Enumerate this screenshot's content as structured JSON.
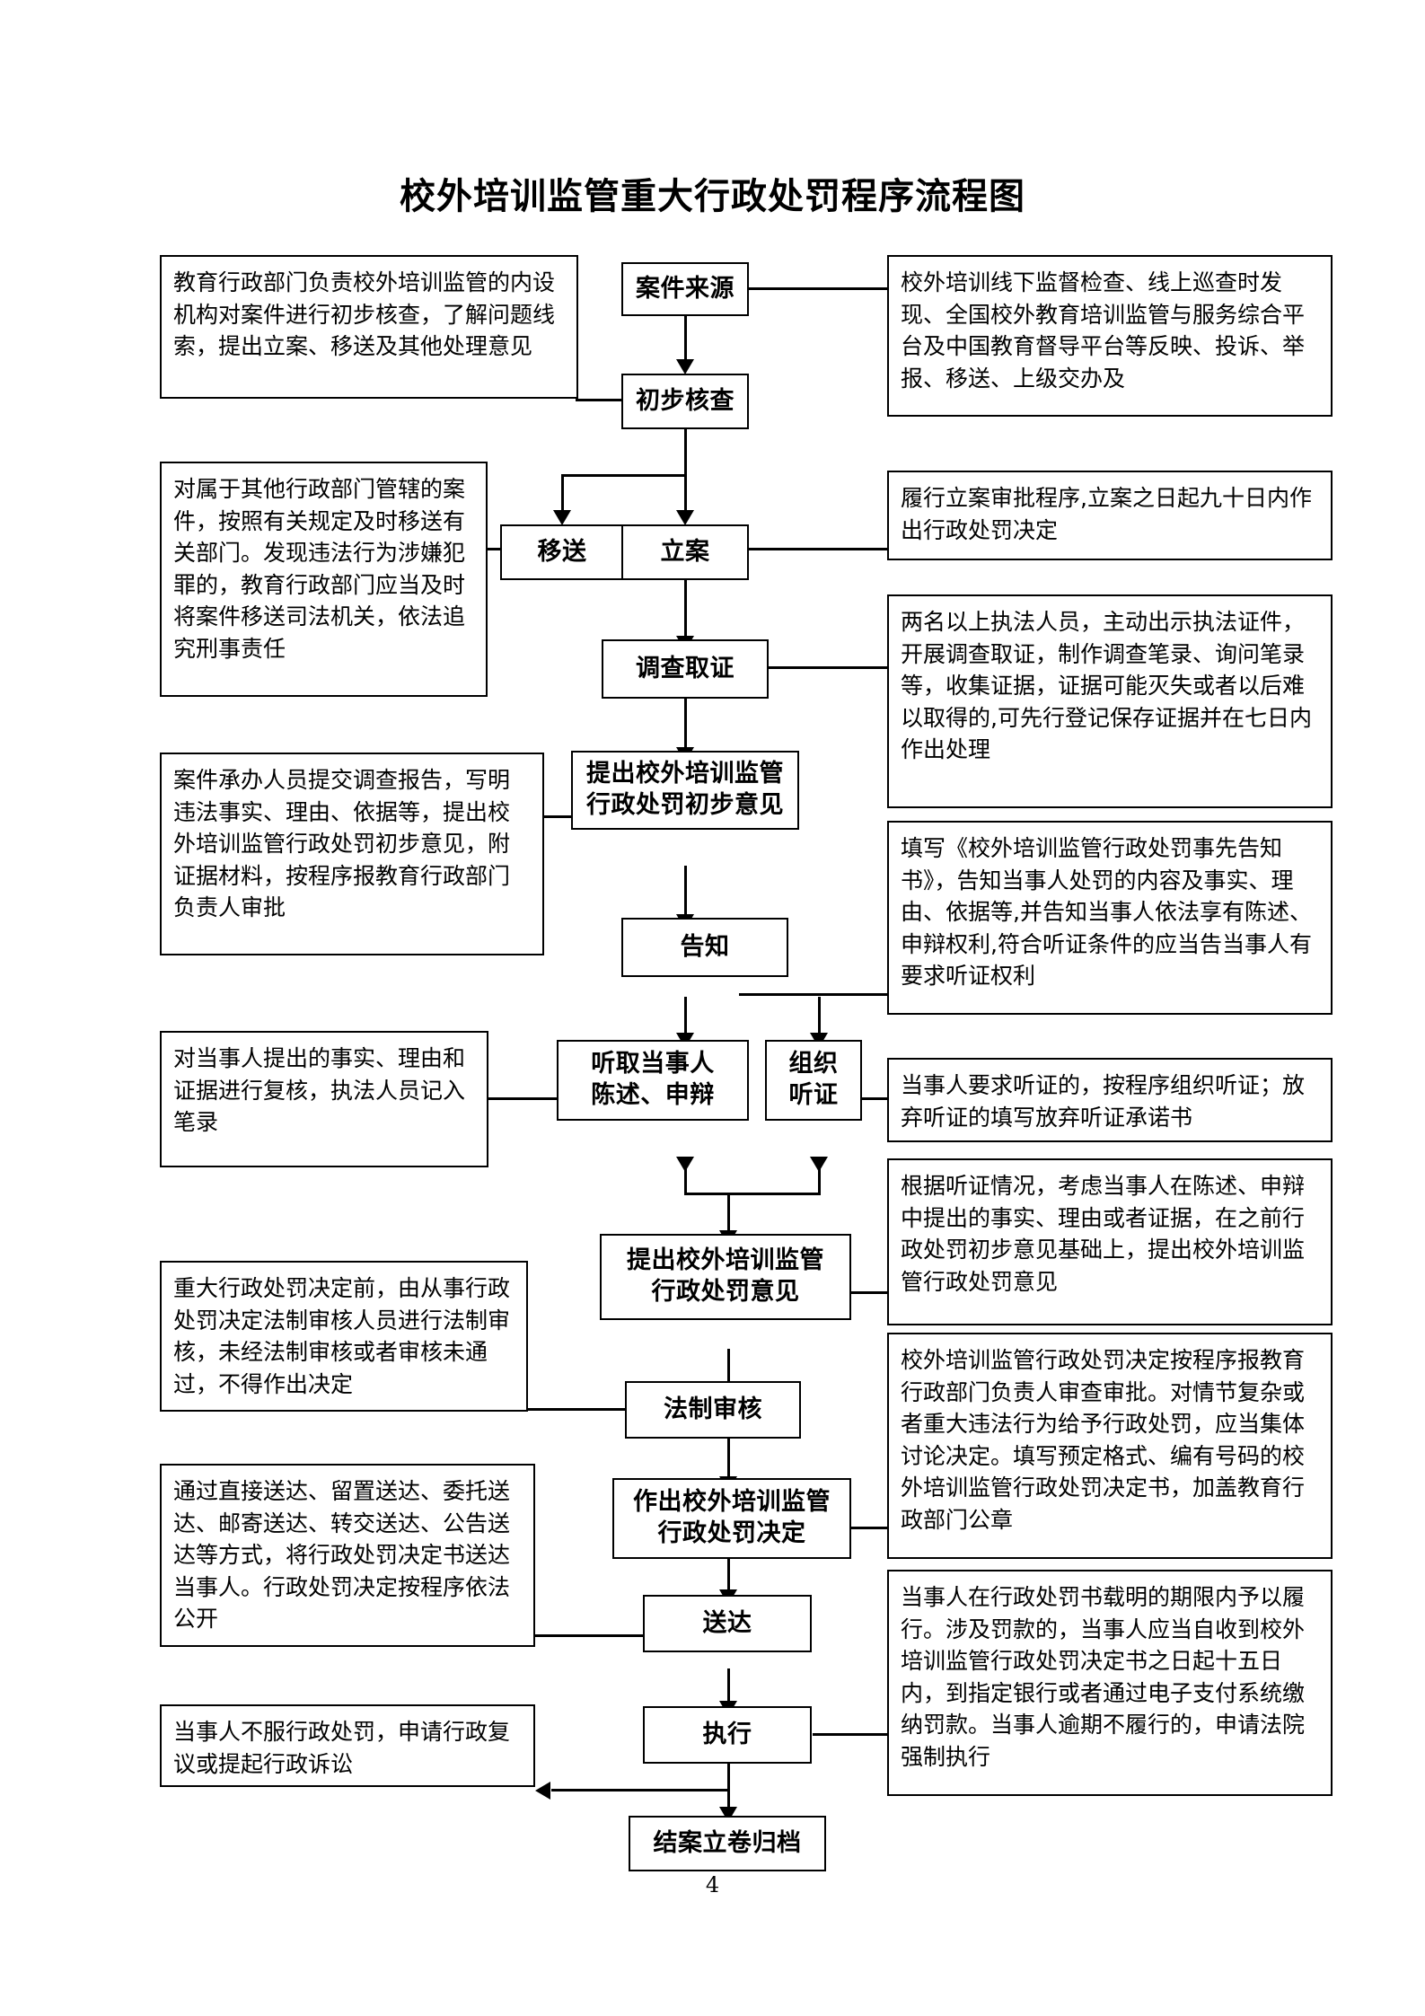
{
  "document": {
    "title": "校外培训监管重大行政处罚程序流程图",
    "page_number": "4"
  },
  "nodes": {
    "case_source": "案件来源",
    "preliminary_review": "初步核查",
    "transfer": "移送",
    "file_case": "立案",
    "investigation": "调查取证",
    "preliminary_opinion": "提出校外培训监管\n行政处罚初步意见",
    "preliminary_opinion_line1": "提出校外培训监管",
    "preliminary_opinion_line2": "行政处罚初步意见",
    "notify": "告知",
    "hear_statement_line1": "听取当事人",
    "hear_statement_line2": "陈述、申辩",
    "organize_hearing_line1": "组织",
    "organize_hearing_line2": "听证",
    "punishment_opinion_line1": "提出校外培训监管",
    "punishment_opinion_line2": "行政处罚意见",
    "legal_review": "法制审核",
    "make_decision_line1": "作出校外培训监管",
    "make_decision_line2": "行政处罚决定",
    "serve": "送达",
    "execute": "执行",
    "close_archive": "结案立卷归档"
  },
  "notes": {
    "note_internal_org": "教育行政部门负责校外培训监管的内设机构对案件进行初步核查，了解问题线索，提出立案、移送及其他处理意见",
    "note_case_sources": "校外培训线下监督检查、线上巡查时发现、全国校外教育培训监管与服务综合平台及中国教育督导平台等反映、投诉、举报、移送、上级交办及",
    "note_transfer": "对属于其他行政部门管辖的案件，按照有关规定及时移送有关部门。发现违法行为涉嫌犯罪的，教育行政部门应当及时将案件移送司法机关，依法追究刑事责任",
    "note_file_case": "履行立案审批程序,立案之日起九十日内作出行政处罚决定",
    "note_investigation": "两名以上执法人员，主动出示执法证件，开展调查取证，制作调查笔录、询问笔录等，收集证据，证据可能灭失或者以后难以取得的,可先行登记保存证据并在七日内作出处理",
    "note_preliminary_opinion": "案件承办人员提交调查报告，写明违法事实、理由、依据等，提出校外培训监管行政处罚初步意见，附证据材料，按程序报教育行政部门负责人审批",
    "note_notify": "填写《校外培训监管行政处罚事先告知书》，告知当事人处罚的内容及事实、理由、依据等,并告知当事人依法享有陈述、申辩权利,符合听证条件的应当告当事人有要求听证权利",
    "note_hear_statement": "对当事人提出的事实、理由和证据进行复核，执法人员记入笔录",
    "note_hearing": "当事人要求听证的，按程序组织听证；放弃听证的填写放弃听证承诺书",
    "note_punishment_opinion": "根据听证情况，考虑当事人在陈述、申辩中提出的事实、理由或者证据，在之前行政处罚初步意见基础上，提出校外培训监管行政处罚意见",
    "note_legal_review": "重大行政处罚决定前，由从事行政处罚决定法制审核人员进行法制审核，未经法制审核或者审核未通过，不得作出决定",
    "note_make_decision": "校外培训监管行政处罚决定按程序报教育行政部门负责人审查审批。对情节复杂或者重大违法行为给予行政处罚，应当集体讨论决定。填写预定格式、编有号码的校外培训监管行政处罚决定书，加盖教育行政部门公章",
    "note_serve": "通过直接送达、留置送达、委托送达、邮寄送达、转交送达、公告送达等方式，将行政处罚决定书送达当事人。行政处罚决定按程序依法公开",
    "note_execute": "当事人在行政处罚书载明的期限内予以履行。涉及罚款的，当事人应当自收到校外培训监管行政处罚决定书之日起十五日内，到指定银行或者通过电子支付系统缴纳罚款。当事人逾期不履行的，申请法院强制执行",
    "note_appeal": "当事人不服行政处罚，申请行政复议或提起行政诉讼"
  },
  "colors": {
    "line": "#000000",
    "background": "#ffffff",
    "text": "#000000"
  }
}
